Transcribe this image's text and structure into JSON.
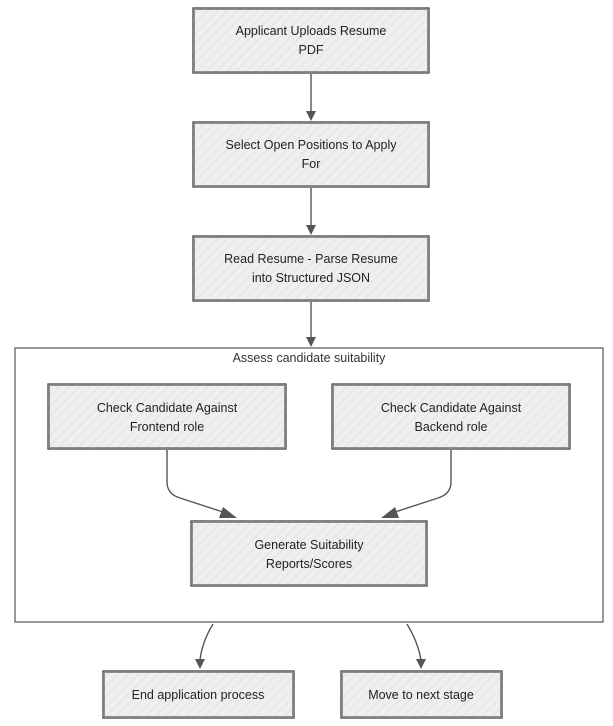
{
  "nodes": {
    "upload": {
      "lines": [
        "Applicant Uploads Resume",
        "PDF"
      ]
    },
    "select": {
      "lines": [
        "Select Open Positions to Apply",
        "For"
      ]
    },
    "parse": {
      "lines": [
        "Read Resume - Parse Resume",
        "into Structured JSON"
      ]
    },
    "frontend": {
      "lines": [
        "Check Candidate Against",
        "Frontend role"
      ]
    },
    "backend": {
      "lines": [
        "Check Candidate Against",
        "Backend role"
      ]
    },
    "report": {
      "lines": [
        "Generate Suitability",
        "Reports/Scores"
      ]
    },
    "end": {
      "lines": [
        "End application process"
      ]
    },
    "next": {
      "lines": [
        "Move to next stage"
      ]
    }
  },
  "group": {
    "label": "Assess candidate suitability"
  },
  "colors": {
    "box_fill": "#efefef",
    "box_stroke": "#444444",
    "edge": "#555555",
    "group_stroke": "#555555"
  }
}
